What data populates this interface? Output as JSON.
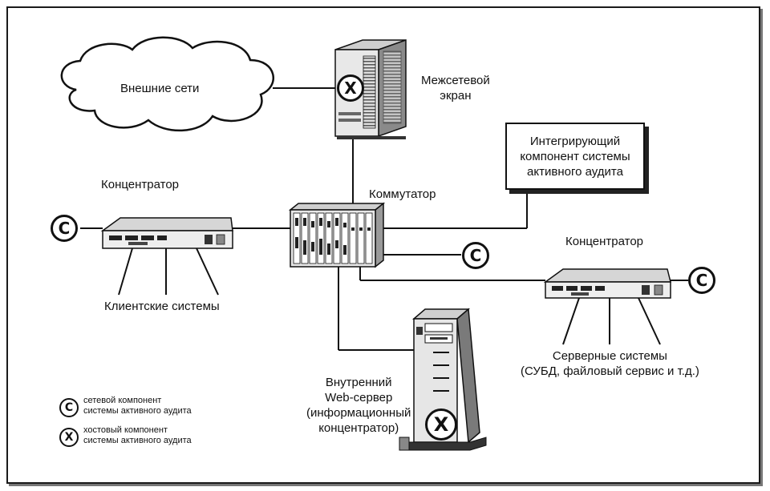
{
  "labels": {
    "external_networks": "Внешние сети",
    "firewall_line1": "Межсетевой",
    "firewall_line2": "экран",
    "integrating_line1": "Интегрирующий",
    "integrating_line2": "компонент системы",
    "integrating_line3": "активного аудита",
    "hub_left": "Концентратор",
    "switch": "Коммутатор",
    "hub_right": "Концентратор",
    "client_systems": "Клиентские системы",
    "server_systems_line1": "Серверные системы",
    "server_systems_line2": "(СУБД, файловый сервис и т.д.)",
    "web_line1": "Внутренний",
    "web_line2": "Web-сервер",
    "web_line3": "(информационный",
    "web_line4": "концентратор)"
  },
  "legend": {
    "network": {
      "symbol": "C",
      "line1": "сетевой компонент",
      "line2": "системы активного аудита"
    },
    "host": {
      "symbol": "X",
      "line1": "хостовый компонент",
      "line2": "системы активного аудита"
    }
  },
  "markers": {
    "network_symbol": "C",
    "host_symbol": "X"
  }
}
